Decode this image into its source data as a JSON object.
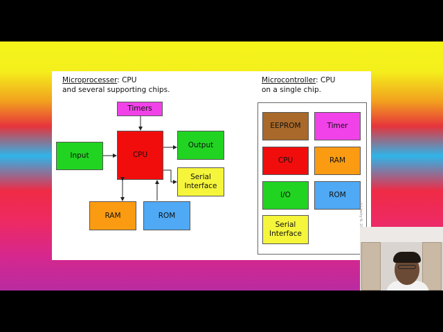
{
  "colors": {
    "timers": "#f042e8",
    "cpu": "#f20d0d",
    "input": "#22d422",
    "output": "#22d422",
    "serial": "#f5f53c",
    "ram": "#fb9b12",
    "rom": "#4fa9f4",
    "eeprom": "#a9692a",
    "timer": "#f042e8",
    "io": "#22d422"
  },
  "microprocessor": {
    "title": "Microprocesser",
    "title_suffix": ": CPU",
    "subtitle": "and several supporting chips.",
    "blocks": {
      "timers": "Timers",
      "cpu": "CPU",
      "input": "Input",
      "output": "Output",
      "serial": "Serial\nInterface",
      "ram": "RAM",
      "rom": "ROM"
    }
  },
  "microcontroller": {
    "title": "Microcontroller",
    "title_suffix": ": CPU",
    "subtitle": "on a single chip.",
    "blocks": {
      "eeprom": "EEPROM",
      "timer": "Timer",
      "cpu": "CPU",
      "ram": "RAM",
      "io": "I/O",
      "rom": "ROM",
      "serial": "Serial\nInterface"
    }
  },
  "watermark": "(c) Jeshy N. 2011"
}
